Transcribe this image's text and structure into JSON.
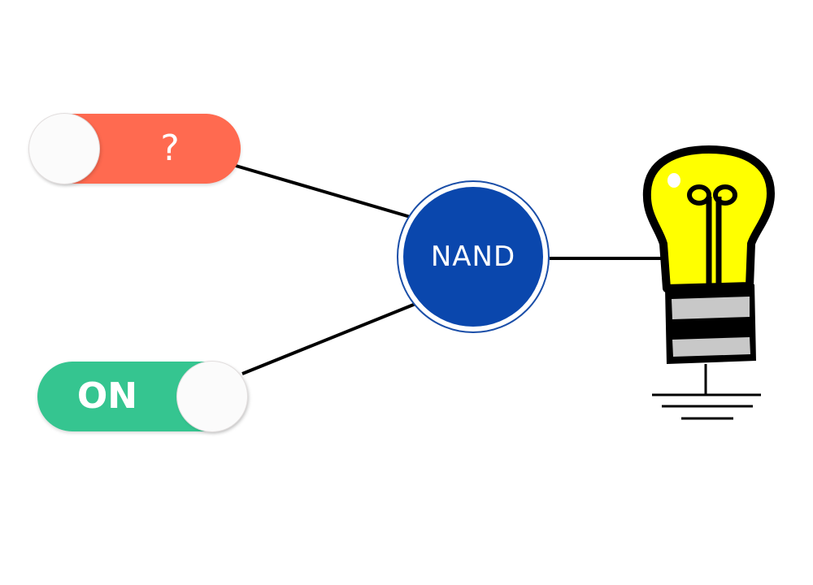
{
  "circuit": {
    "input_a": {
      "label": "?",
      "color": "#ff6a50"
    },
    "input_b": {
      "label": "ON",
      "color": "#35c590"
    },
    "gate": {
      "label": "NAND",
      "color": "#0a47ad"
    },
    "output": {
      "icon": "lightbulb-icon",
      "state": "on",
      "glow_color": "#ffff00"
    },
    "ground": {
      "icon": "ground-icon"
    }
  }
}
